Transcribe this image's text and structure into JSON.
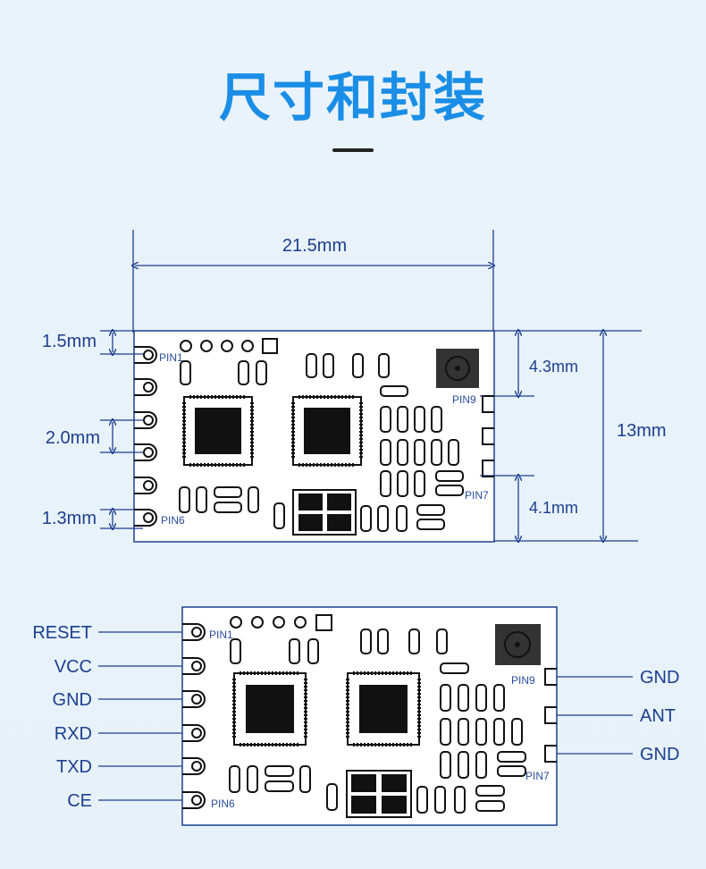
{
  "title": "尺寸和封装",
  "dims": {
    "width": "21.5mm",
    "height": "13mm",
    "top_right": "4.3mm",
    "bottom_right": "4.1mm",
    "left_top": "1.5mm",
    "left_mid": "2.0mm",
    "left_bot": "1.3mm"
  },
  "pins": {
    "pin1": "PIN1",
    "pin6": "PIN6",
    "pin7": "PIN7",
    "pin9": "PIN9"
  },
  "left_labels": [
    "RESET",
    "VCC",
    "GND",
    "RXD",
    "TXD",
    "CE"
  ],
  "right_labels": [
    "GND",
    "ANT",
    "GND"
  ],
  "colors": {
    "title": "#1a8ee6",
    "dimension": "#1c3f8f",
    "board_outline": "#1c3f8f",
    "component": "#111111"
  }
}
